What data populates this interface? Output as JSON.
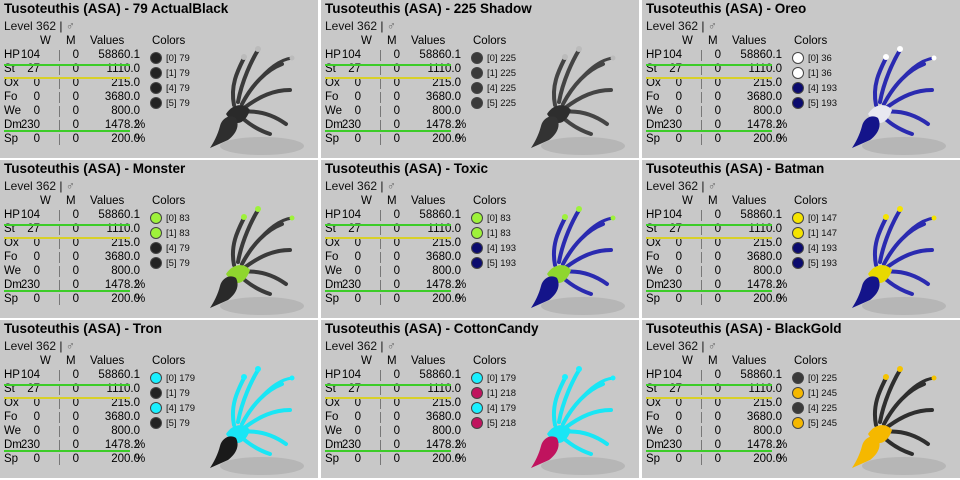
{
  "stat_header": {
    "w": "W",
    "m": "M",
    "values": "Values",
    "colors": "Colors"
  },
  "cards": [
    {
      "title": "Tusoteuthis (ASA) - 79 ActualBlack",
      "level": "Level 362 |",
      "sex": "♂",
      "stats": [
        {
          "name": "HP",
          "w": "104",
          "m": "0",
          "value": "58860.1",
          "pct": ""
        },
        {
          "name": "St",
          "w": "27",
          "m": "0",
          "value": "1110.0",
          "pct": ""
        },
        {
          "name": "Ox",
          "w": "0",
          "m": "0",
          "value": "215.0",
          "pct": ""
        },
        {
          "name": "Fo",
          "w": "0",
          "m": "0",
          "value": "3680.0",
          "pct": ""
        },
        {
          "name": "We",
          "w": "0",
          "m": "0",
          "value": "800.0",
          "pct": ""
        },
        {
          "name": "Dm",
          "w": "230",
          "m": "0",
          "value": "1478.2",
          "pct": "%"
        },
        {
          "name": "Sp",
          "w": "0",
          "m": "0",
          "value": "200.0",
          "pct": "%"
        }
      ],
      "colors": [
        {
          "label": "[0] 79",
          "hex": "#222222"
        },
        {
          "label": "[1] 79",
          "hex": "#222222"
        },
        {
          "label": "[4] 79",
          "hex": "#222222"
        },
        {
          "label": "[5] 79",
          "hex": "#222222"
        }
      ],
      "c_base": "#2e2e2e",
      "c_tent": "#3a3a3a",
      "c_belly": "#2a2a2a",
      "c_tip": "#bbbbbb"
    },
    {
      "title": "Tusoteuthis (ASA) - 225 Shadow",
      "level": "Level 362 |",
      "sex": "♂",
      "stats": [
        {
          "name": "HP",
          "w": "104",
          "m": "0",
          "value": "58860.1",
          "pct": ""
        },
        {
          "name": "St",
          "w": "27",
          "m": "0",
          "value": "1110.0",
          "pct": ""
        },
        {
          "name": "Ox",
          "w": "0",
          "m": "0",
          "value": "215.0",
          "pct": ""
        },
        {
          "name": "Fo",
          "w": "0",
          "m": "0",
          "value": "3680.0",
          "pct": ""
        },
        {
          "name": "We",
          "w": "0",
          "m": "0",
          "value": "800.0",
          "pct": ""
        },
        {
          "name": "Dm",
          "w": "230",
          "m": "0",
          "value": "1478.2",
          "pct": "%"
        },
        {
          "name": "Sp",
          "w": "0",
          "m": "0",
          "value": "200.0",
          "pct": "%"
        }
      ],
      "colors": [
        {
          "label": "[0] 225",
          "hex": "#3a3a3a"
        },
        {
          "label": "[1] 225",
          "hex": "#3a3a3a"
        },
        {
          "label": "[4] 225",
          "hex": "#3a3a3a"
        },
        {
          "label": "[5] 225",
          "hex": "#3a3a3a"
        }
      ],
      "c_base": "#333333",
      "c_tent": "#444444",
      "c_belly": "#2e2e2e",
      "c_tip": "#bbbbbb"
    },
    {
      "title": "Tusoteuthis (ASA) - Oreo",
      "level": "Level 362 |",
      "sex": "♂",
      "stats": [
        {
          "name": "HP",
          "w": "104",
          "m": "0",
          "value": "58860.1",
          "pct": ""
        },
        {
          "name": "St",
          "w": "27",
          "m": "0",
          "value": "1110.0",
          "pct": ""
        },
        {
          "name": "Ox",
          "w": "0",
          "m": "0",
          "value": "215.0",
          "pct": ""
        },
        {
          "name": "Fo",
          "w": "0",
          "m": "0",
          "value": "3680.0",
          "pct": ""
        },
        {
          "name": "We",
          "w": "0",
          "m": "0",
          "value": "800.0",
          "pct": ""
        },
        {
          "name": "Dm",
          "w": "230",
          "m": "0",
          "value": "1478.2",
          "pct": "%"
        },
        {
          "name": "Sp",
          "w": "0",
          "m": "0",
          "value": "200.0",
          "pct": "%"
        }
      ],
      "colors": [
        {
          "label": "[0] 36",
          "hex": "#ffffff"
        },
        {
          "label": "[1] 36",
          "hex": "#ffffff"
        },
        {
          "label": "[4] 193",
          "hex": "#0b0b6e"
        },
        {
          "label": "[5] 193",
          "hex": "#0b0b6e"
        }
      ],
      "c_base": "#14148a",
      "c_tent": "#2a2ab0",
      "c_belly": "#e8e8f0",
      "c_tip": "#ffffff"
    },
    {
      "title": "Tusoteuthis (ASA) - Monster",
      "level": "Level 362 |",
      "sex": "♂",
      "stats": [
        {
          "name": "HP",
          "w": "104",
          "m": "0",
          "value": "58860.1",
          "pct": ""
        },
        {
          "name": "St",
          "w": "27",
          "m": "0",
          "value": "1110.0",
          "pct": ""
        },
        {
          "name": "Ox",
          "w": "0",
          "m": "0",
          "value": "215.0",
          "pct": ""
        },
        {
          "name": "Fo",
          "w": "0",
          "m": "0",
          "value": "3680.0",
          "pct": ""
        },
        {
          "name": "We",
          "w": "0",
          "m": "0",
          "value": "800.0",
          "pct": ""
        },
        {
          "name": "Dm",
          "w": "230",
          "m": "0",
          "value": "1478.2",
          "pct": "%"
        },
        {
          "name": "Sp",
          "w": "0",
          "m": "0",
          "value": "200.0",
          "pct": "%"
        }
      ],
      "colors": [
        {
          "label": "[0] 83",
          "hex": "#9ef23a"
        },
        {
          "label": "[1] 83",
          "hex": "#9ef23a"
        },
        {
          "label": "[4] 79",
          "hex": "#222222"
        },
        {
          "label": "[5] 79",
          "hex": "#222222"
        }
      ],
      "c_base": "#2a2a2a",
      "c_tent": "#3a3a3a",
      "c_belly": "#8fd62e",
      "c_tip": "#9ef23a"
    },
    {
      "title": "Tusoteuthis (ASA) - Toxic",
      "level": "Level 362 |",
      "sex": "♂",
      "stats": [
        {
          "name": "HP",
          "w": "104",
          "m": "0",
          "value": "58860.1",
          "pct": ""
        },
        {
          "name": "St",
          "w": "27",
          "m": "0",
          "value": "1110.0",
          "pct": ""
        },
        {
          "name": "Ox",
          "w": "0",
          "m": "0",
          "value": "215.0",
          "pct": ""
        },
        {
          "name": "Fo",
          "w": "0",
          "m": "0",
          "value": "3680.0",
          "pct": ""
        },
        {
          "name": "We",
          "w": "0",
          "m": "0",
          "value": "800.0",
          "pct": ""
        },
        {
          "name": "Dm",
          "w": "230",
          "m": "0",
          "value": "1478.2",
          "pct": "%"
        },
        {
          "name": "Sp",
          "w": "0",
          "m": "0",
          "value": "200.0",
          "pct": "%"
        }
      ],
      "colors": [
        {
          "label": "[0] 83",
          "hex": "#9ef23a"
        },
        {
          "label": "[1] 83",
          "hex": "#9ef23a"
        },
        {
          "label": "[4] 193",
          "hex": "#0b0b6e"
        },
        {
          "label": "[5] 193",
          "hex": "#0b0b6e"
        }
      ],
      "c_base": "#14148a",
      "c_tent": "#2a2ab0",
      "c_belly": "#8fd62e",
      "c_tip": "#9ef23a"
    },
    {
      "title": "Tusoteuthis (ASA) - Batman",
      "level": "Level 362 |",
      "sex": "♂",
      "stats": [
        {
          "name": "HP",
          "w": "104",
          "m": "0",
          "value": "58860.1",
          "pct": ""
        },
        {
          "name": "St",
          "w": "27",
          "m": "0",
          "value": "1110.0",
          "pct": ""
        },
        {
          "name": "Ox",
          "w": "0",
          "m": "0",
          "value": "215.0",
          "pct": ""
        },
        {
          "name": "Fo",
          "w": "0",
          "m": "0",
          "value": "3680.0",
          "pct": ""
        },
        {
          "name": "We",
          "w": "0",
          "m": "0",
          "value": "800.0",
          "pct": ""
        },
        {
          "name": "Dm",
          "w": "230",
          "m": "0",
          "value": "1478.2",
          "pct": "%"
        },
        {
          "name": "Sp",
          "w": "0",
          "m": "0",
          "value": "200.0",
          "pct": "%"
        }
      ],
      "colors": [
        {
          "label": "[0] 147",
          "hex": "#f5e400"
        },
        {
          "label": "[1] 147",
          "hex": "#f5e400"
        },
        {
          "label": "[4] 193",
          "hex": "#0b0b6e"
        },
        {
          "label": "[5] 193",
          "hex": "#0b0b6e"
        }
      ],
      "c_base": "#14148a",
      "c_tent": "#2a2ab0",
      "c_belly": "#e8d800",
      "c_tip": "#f5e400"
    },
    {
      "title": "Tusoteuthis (ASA) - Tron",
      "level": "Level 362 |",
      "sex": "♂",
      "stats": [
        {
          "name": "HP",
          "w": "104",
          "m": "0",
          "value": "58860.1",
          "pct": ""
        },
        {
          "name": "St",
          "w": "27",
          "m": "0",
          "value": "1110.0",
          "pct": ""
        },
        {
          "name": "Ox",
          "w": "0",
          "m": "0",
          "value": "215.0",
          "pct": ""
        },
        {
          "name": "Fo",
          "w": "0",
          "m": "0",
          "value": "3680.0",
          "pct": ""
        },
        {
          "name": "We",
          "w": "0",
          "m": "0",
          "value": "800.0",
          "pct": ""
        },
        {
          "name": "Dm",
          "w": "230",
          "m": "0",
          "value": "1478.2",
          "pct": "%"
        },
        {
          "name": "Sp",
          "w": "0",
          "m": "0",
          "value": "200.0",
          "pct": "%"
        }
      ],
      "colors": [
        {
          "label": "[0] 179",
          "hex": "#19f0ff"
        },
        {
          "label": "[1] 79",
          "hex": "#222222"
        },
        {
          "label": "[4] 179",
          "hex": "#19f0ff"
        },
        {
          "label": "[5] 79",
          "hex": "#222222"
        }
      ],
      "c_base": "#1a1a1a",
      "c_tent": "#19e6f5",
      "c_belly": "#19e6f5",
      "c_tip": "#19f0ff"
    },
    {
      "title": "Tusoteuthis (ASA) - CottonCandy",
      "level": "Level 362 |",
      "sex": "♂",
      "stats": [
        {
          "name": "HP",
          "w": "104",
          "m": "0",
          "value": "58860.1",
          "pct": ""
        },
        {
          "name": "St",
          "w": "27",
          "m": "0",
          "value": "1110.0",
          "pct": ""
        },
        {
          "name": "Ox",
          "w": "0",
          "m": "0",
          "value": "215.0",
          "pct": ""
        },
        {
          "name": "Fo",
          "w": "0",
          "m": "0",
          "value": "3680.0",
          "pct": ""
        },
        {
          "name": "We",
          "w": "0",
          "m": "0",
          "value": "800.0",
          "pct": ""
        },
        {
          "name": "Dm",
          "w": "230",
          "m": "0",
          "value": "1478.2",
          "pct": "%"
        },
        {
          "name": "Sp",
          "w": "0",
          "m": "0",
          "value": "200.0",
          "pct": "%"
        }
      ],
      "colors": [
        {
          "label": "[0] 179",
          "hex": "#19f0ff"
        },
        {
          "label": "[1] 218",
          "hex": "#c0135e"
        },
        {
          "label": "[4] 179",
          "hex": "#19f0ff"
        },
        {
          "label": "[5] 218",
          "hex": "#c0135e"
        }
      ],
      "c_base": "#c0135e",
      "c_tent": "#19e6f5",
      "c_belly": "#19e6f5",
      "c_tip": "#19f0ff"
    },
    {
      "title": "Tusoteuthis (ASA) - BlackGold",
      "level": "Level 362 |",
      "sex": "♂",
      "stats": [
        {
          "name": "HP",
          "w": "104",
          "m": "0",
          "value": "58860.1",
          "pct": ""
        },
        {
          "name": "St",
          "w": "27",
          "m": "0",
          "value": "1110.0",
          "pct": ""
        },
        {
          "name": "Ox",
          "w": "0",
          "m": "0",
          "value": "215.0",
          "pct": ""
        },
        {
          "name": "Fo",
          "w": "0",
          "m": "0",
          "value": "3680.0",
          "pct": ""
        },
        {
          "name": "We",
          "w": "0",
          "m": "0",
          "value": "800.0",
          "pct": ""
        },
        {
          "name": "Dm",
          "w": "230",
          "m": "0",
          "value": "1478.2",
          "pct": "%"
        },
        {
          "name": "Sp",
          "w": "0",
          "m": "0",
          "value": "200.0",
          "pct": "%"
        }
      ],
      "colors": [
        {
          "label": "[0] 225",
          "hex": "#3a3a3a"
        },
        {
          "label": "[1] 245",
          "hex": "#f5b800"
        },
        {
          "label": "[4] 225",
          "hex": "#3a3a3a"
        },
        {
          "label": "[5] 245",
          "hex": "#f5b800"
        }
      ],
      "c_base": "#f5b800",
      "c_tent": "#2e2e2e",
      "c_belly": "#f5b800",
      "c_tip": "#f5c400"
    }
  ]
}
